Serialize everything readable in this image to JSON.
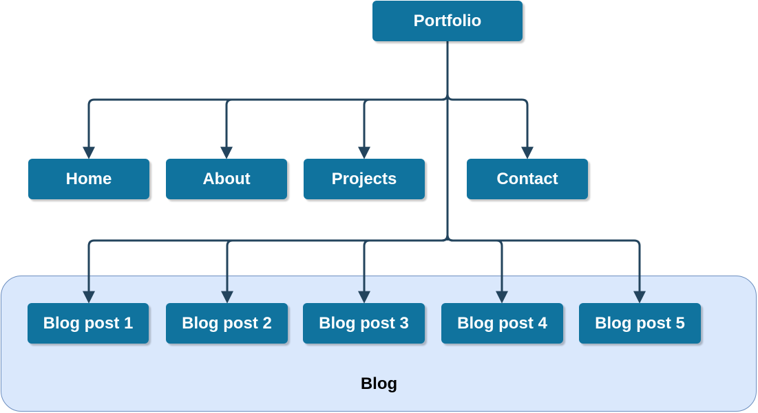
{
  "diagram": {
    "root": {
      "label": "Portfolio"
    },
    "pages": [
      {
        "label": "Home"
      },
      {
        "label": "About"
      },
      {
        "label": "Projects"
      },
      {
        "label": "Contact"
      }
    ],
    "blog": {
      "container_label": "Blog",
      "posts": [
        {
          "label": "Blog post 1"
        },
        {
          "label": "Blog post 2"
        },
        {
          "label": "Blog post 3"
        },
        {
          "label": "Blog post 4"
        },
        {
          "label": "Blog post 5"
        }
      ]
    }
  },
  "colors": {
    "node_fill": "#10739e",
    "node_text": "#ffffff",
    "connector": "#23445d",
    "group_fill": "#dae8fc",
    "group_border": "#6c8ebf"
  }
}
